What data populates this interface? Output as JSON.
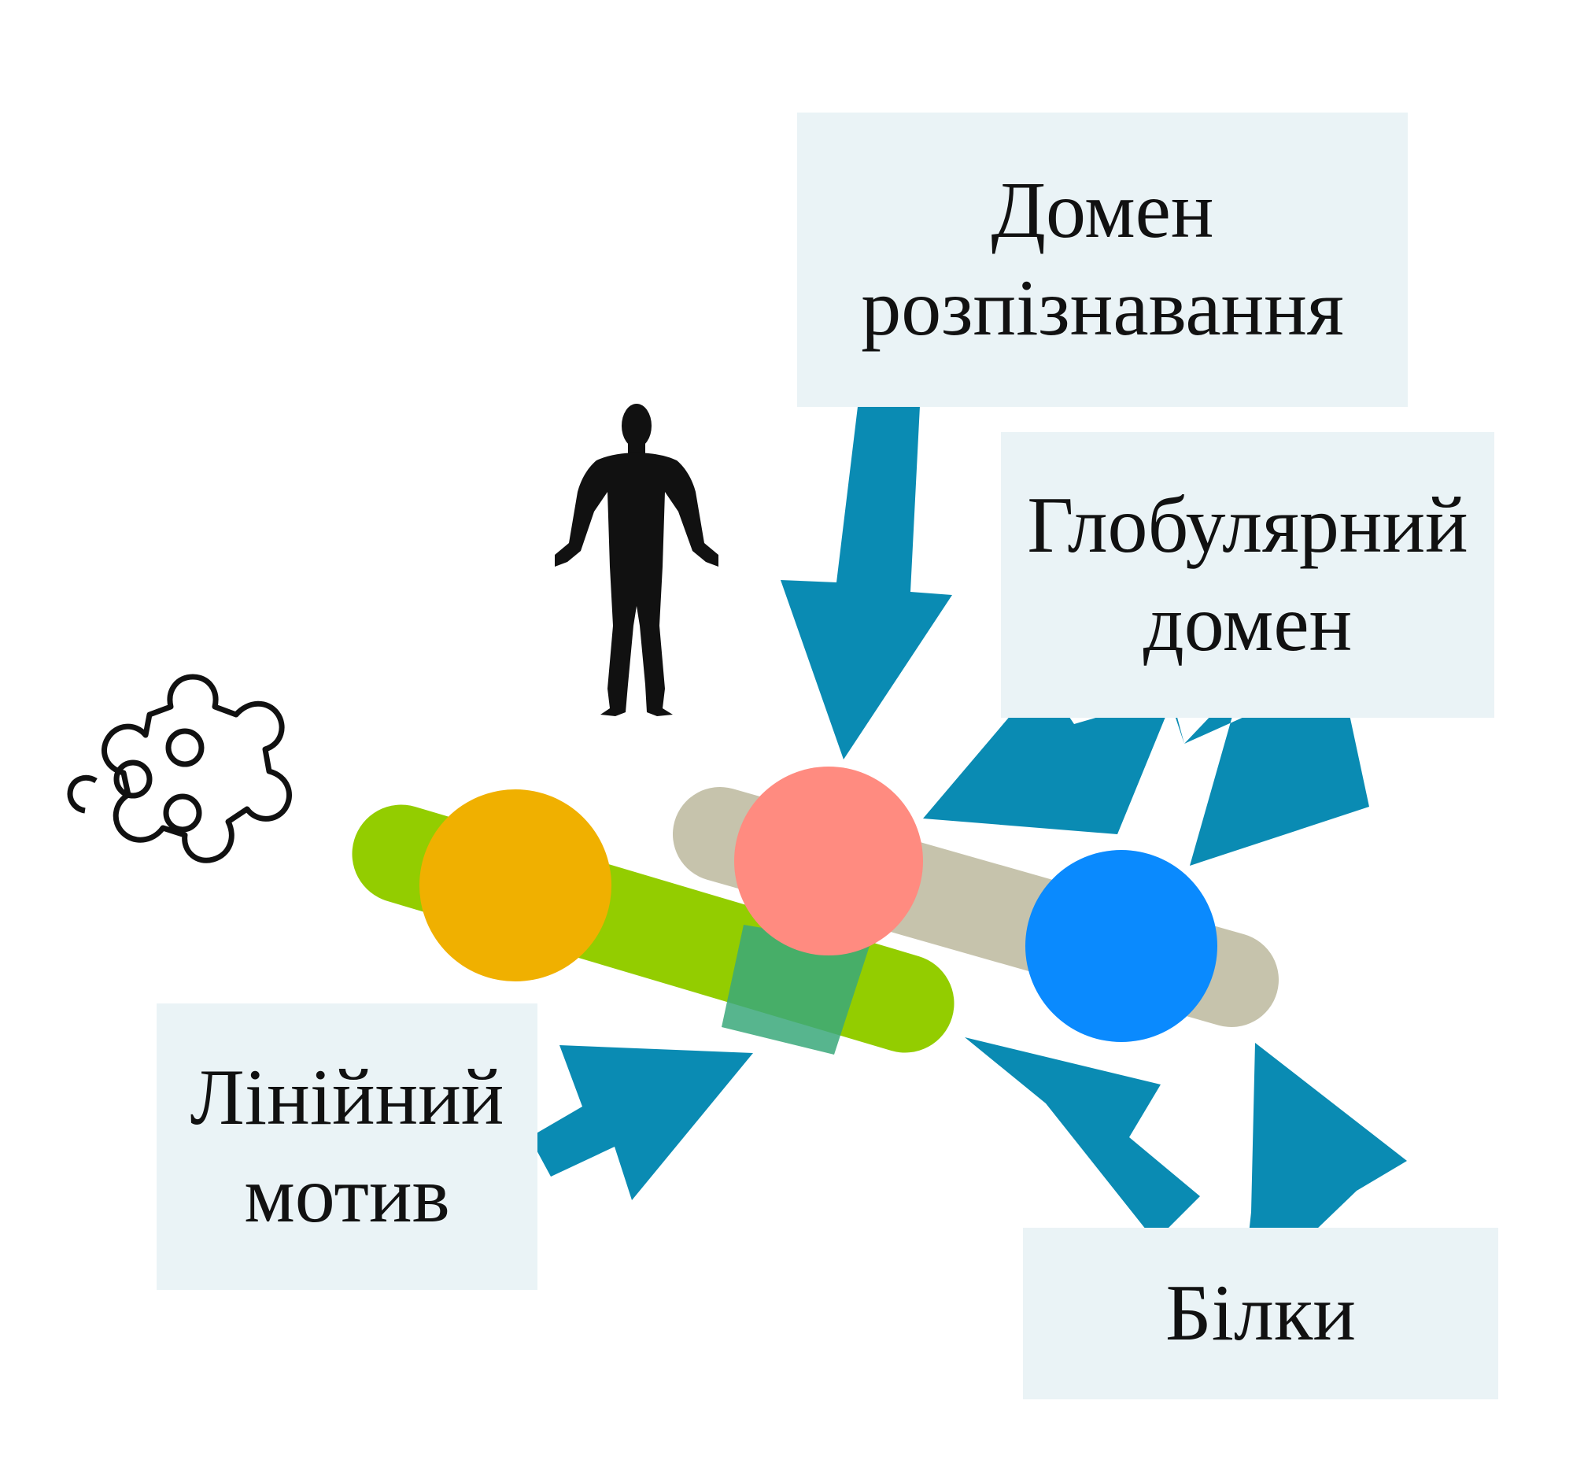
{
  "labels": {
    "recognition_domain": {
      "line1": "Домен",
      "line2": "розпізнавання"
    },
    "globular_domain": {
      "line1": "Глобулярний",
      "line2": "домен"
    },
    "linear_motif": {
      "line1": "Лінійний",
      "line2": "мотив"
    },
    "proteins": {
      "line1": "Білки"
    }
  },
  "icons": [
    "human-silhouette-icon",
    "virus-icon"
  ],
  "colors": {
    "arrow": "#0a8bb3",
    "label_box": "#eaf3f6",
    "green_protein": "#93cd00",
    "grey_protein": "#c6c3ac",
    "orange_domain": "#f0b000",
    "pink_domain": "#ff8b80",
    "blue_domain": "#0a8afe",
    "linear_motif_patch": "#3aa87a",
    "text": "#111111"
  }
}
